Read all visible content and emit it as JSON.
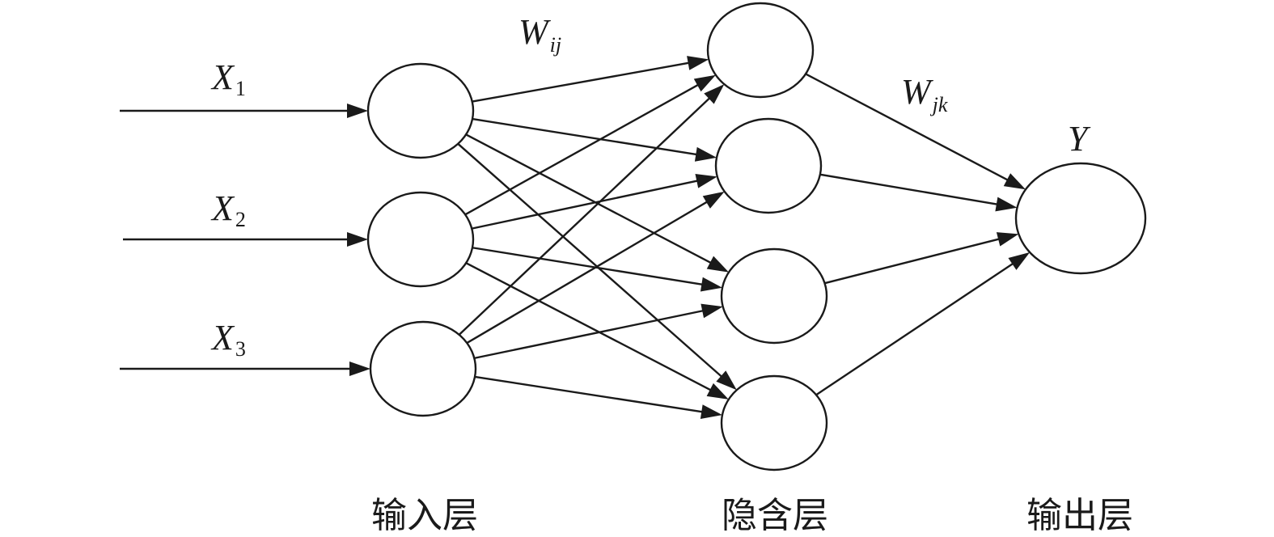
{
  "inputs": [
    {
      "symbol": "X",
      "sub": "1"
    },
    {
      "symbol": "X",
      "sub": "2"
    },
    {
      "symbol": "X",
      "sub": "3"
    }
  ],
  "weights": {
    "input_hidden": {
      "symbol": "W",
      "sub": "ij"
    },
    "hidden_output": {
      "symbol": "W",
      "sub": "jk"
    }
  },
  "output": {
    "symbol": "Y"
  },
  "layers": {
    "input": "输入层",
    "hidden": "隐含层",
    "output": "输出层"
  },
  "colors": {
    "ink": "#1a1a1a",
    "background": "#ffffff"
  }
}
